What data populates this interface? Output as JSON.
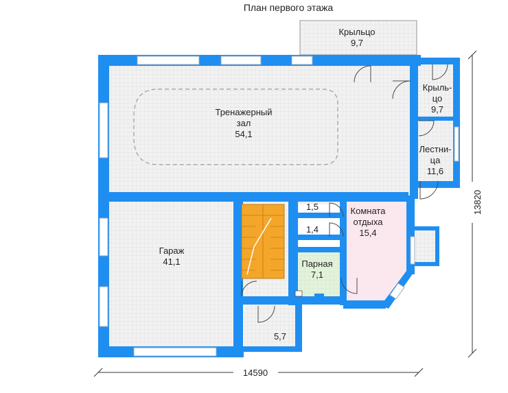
{
  "title": "План первого этажа",
  "colors": {
    "wall": "#1f8ef1",
    "floor_grid": "#f2f2f2",
    "grid_line": "#d9d9d9",
    "sauna": "#e3f3dc",
    "rest_room": "#fbe8ee",
    "stairs": "#f4a62a",
    "door_line": "#4a4a4a",
    "window": "#ffffff"
  },
  "rooms": {
    "porch_top": {
      "name": "Крыльцо",
      "area": "9,7"
    },
    "porch_right": {
      "name_line1": "Крыль-",
      "name_line2": "цо",
      "area": "9,7"
    },
    "gym": {
      "name_line1": "Тренажерный",
      "name_line2": "зал",
      "area": "54,1"
    },
    "stair_room": {
      "name_line1": "Лестни-",
      "name_line2": "ца",
      "area": "11,6"
    },
    "garage": {
      "name": "Гараж",
      "area": "41,1"
    },
    "small_1": {
      "area": "1,5"
    },
    "small_2": {
      "area": "1,4"
    },
    "rest_room": {
      "name_line1": "Комната",
      "name_line2": "отдыха",
      "area": "15,4"
    },
    "sauna": {
      "name": "Парная",
      "area": "7,1"
    },
    "vestibule": {
      "area": "5,7"
    }
  },
  "dimensions": {
    "width": "14590",
    "height": "13820"
  }
}
